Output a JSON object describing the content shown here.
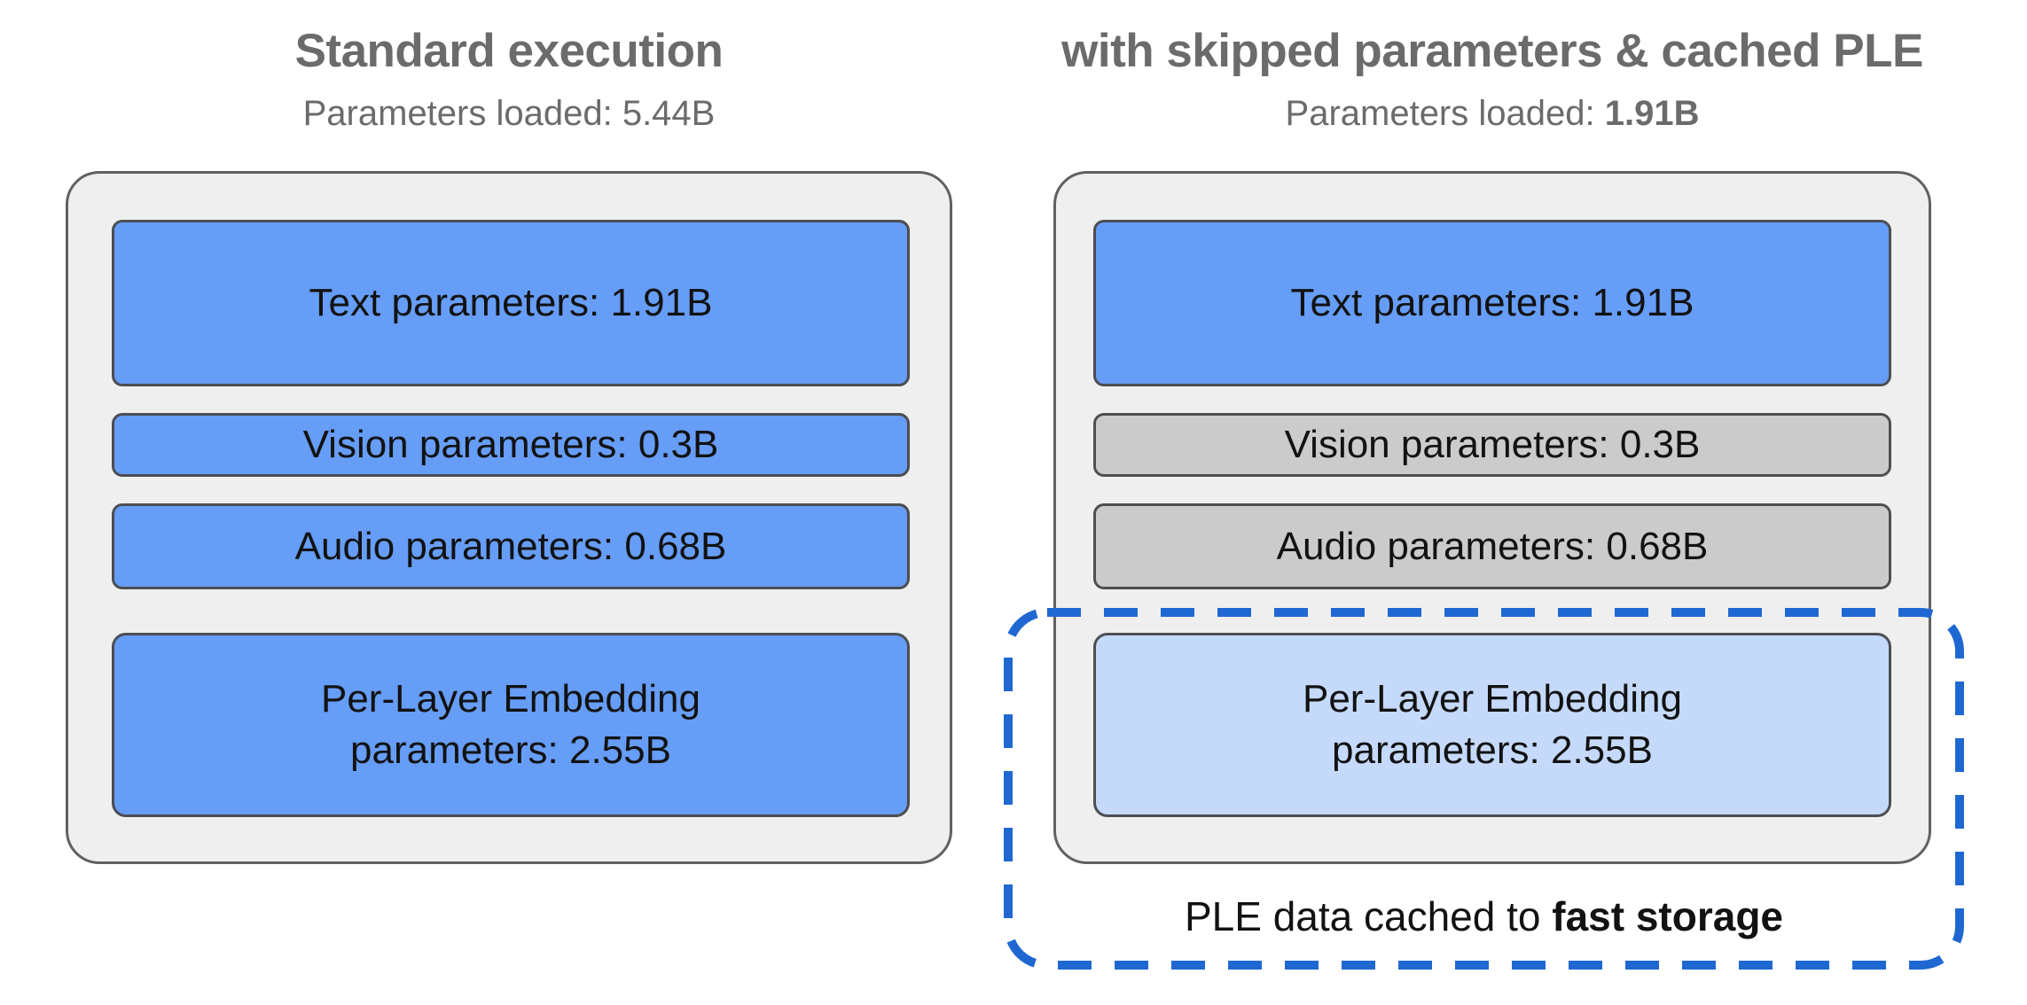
{
  "figure": {
    "left": {
      "title": "Standard execution",
      "subtitle": "Parameters loaded: 5.44B",
      "boxes": {
        "text": "Text parameters: 1.91B",
        "vision": "Vision parameters: 0.3B",
        "audio": "Audio parameters: 0.68B",
        "ple": "Per-Layer Embedding\nparameters: 2.55B"
      }
    },
    "right": {
      "title": "with skipped parameters & cached PLE",
      "subtitle_prefix": "Parameters loaded: ",
      "subtitle_value": "1.91B",
      "boxes": {
        "text": "Text parameters: 1.91B",
        "vision": "Vision parameters: 0.3B",
        "audio": "Audio parameters: 0.68B",
        "ple": "Per-Layer Embedding\nparameters: 2.55B"
      },
      "cache_note_prefix": "PLE data cached to ",
      "cache_note_bold": "fast storage"
    },
    "colors": {
      "loaded_blue": "#669df6",
      "skipped_gray": "#cbcbcb",
      "cached_light_blue": "#c5dafb",
      "container_gray": "#efefef",
      "outline_container": "#616161",
      "outline_box": "#4c4e52",
      "dashed_blue": "#1f68d1",
      "heading_gray": "#6b6b6b"
    }
  }
}
